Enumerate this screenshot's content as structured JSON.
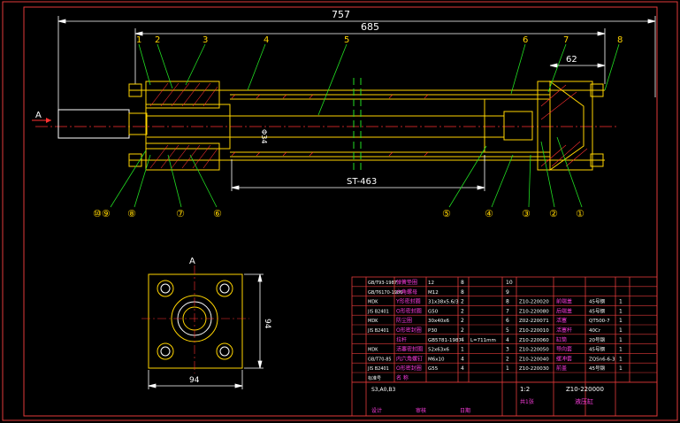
{
  "colors": {
    "background": "#000000",
    "frame": "#e23a3a",
    "dimension": "#ffffff",
    "part": "#ffd400",
    "centerline": "#ff3030",
    "leader": "#22dd22",
    "balloon": "#ffd400",
    "hatch": "#ff3030",
    "table_text_part": "#ffd400",
    "table_text_name": "#ff3de0",
    "table_text_spec": "#ffffff",
    "table_border": "#e23a3a"
  },
  "dimensions": {
    "overall_length": "757",
    "tie_rod_length": "685",
    "end_length": "62",
    "stroke": "ST-463",
    "square_height": "94",
    "square_width": "94",
    "section_label": "A",
    "bore_label": "Φ34"
  },
  "balloons_top": [
    "1",
    "2",
    "3",
    "4",
    "5",
    "6",
    "7",
    "8"
  ],
  "balloons_bottom_left": [
    "⑩⑨",
    "⑧",
    "⑦",
    "⑥"
  ],
  "balloons_bottom_right": [
    "⑤",
    "④",
    "③",
    "②",
    "①"
  ],
  "bom": {
    "left_rows": [
      {
        "std": "GB/T93-1987",
        "name": "弹簧垫圈",
        "spec": "12",
        "qty": "8",
        "no": ""
      },
      {
        "std": "GB/T6170-1986",
        "name": "六角螺母",
        "spec": "M12",
        "qty": "8",
        "no": ""
      },
      {
        "std": "MDK",
        "name": "Y形密封圈",
        "spec": "31x38x5.6/3",
        "qty": "2",
        "no": ""
      },
      {
        "std": "JIS B2401",
        "name": "O形密封圈",
        "spec": "G50",
        "qty": "2",
        "no": ""
      },
      {
        "std": "MDK",
        "name": "防尘圈",
        "spec": "30x40x6",
        "qty": "2",
        "no": ""
      },
      {
        "std": "JIS B2401",
        "name": "O形密封圈",
        "spec": "P30",
        "qty": "2",
        "no": ""
      },
      {
        "std": "",
        "name": "拉杆",
        "spec": "GB5781-1987",
        "qty": "4",
        "no": "L=711mm"
      },
      {
        "std": "MDK",
        "name": "活塞密封圈",
        "spec": "52x63x6",
        "qty": "1",
        "no": ""
      },
      {
        "std": "GB/T70-85",
        "name": "内六角螺钉",
        "spec": "M6x10",
        "qty": "4",
        "no": ""
      },
      {
        "std": "JIS B2401",
        "name": "O形密封圈",
        "spec": "G55",
        "qty": "4",
        "no": ""
      },
      {
        "std": "标准号",
        "name": "名 称",
        "spec": "",
        "qty": "",
        "no": ""
      }
    ],
    "right_rows": [
      {
        "no": "10",
        "code": "",
        "name": "",
        "qty": "",
        "mat": ""
      },
      {
        "no": "9",
        "code": "",
        "name": "",
        "qty": "",
        "mat": ""
      },
      {
        "no": "8",
        "code": "Z10-220020",
        "name": "前端盖",
        "qty": "1",
        "mat": "45号钢"
      },
      {
        "no": "7",
        "code": "Z10-220080",
        "name": "后端盖",
        "qty": "1",
        "mat": "45号钢"
      },
      {
        "no": "6",
        "code": "Z02-220071",
        "name": "活塞",
        "qty": "1",
        "mat": "QT500-7"
      },
      {
        "no": "5",
        "code": "Z10-220010",
        "name": "活塞杆",
        "qty": "1",
        "mat": "40Cr"
      },
      {
        "no": "4",
        "code": "Z10-220060",
        "name": "缸筒",
        "qty": "1",
        "mat": "20号钢"
      },
      {
        "no": "3",
        "code": "Z10-220050",
        "name": "导向套",
        "qty": "1",
        "mat": "45号钢"
      },
      {
        "no": "2",
        "code": "Z10-220040",
        "name": "缓冲套",
        "qty": "1",
        "mat": "ZQSn6-6-3"
      },
      {
        "no": "1",
        "code": "Z10-220030",
        "name": "前盖",
        "qty": "1",
        "mat": "45号钢"
      }
    ],
    "title_block": {
      "drawing_no": "Z10-220000",
      "title": "液压缸",
      "scale": "1:2",
      "sheet": "共1张",
      "mark": "S3,A0,B3",
      "school": "设计",
      "designer": "审核",
      "date": "日期"
    }
  }
}
